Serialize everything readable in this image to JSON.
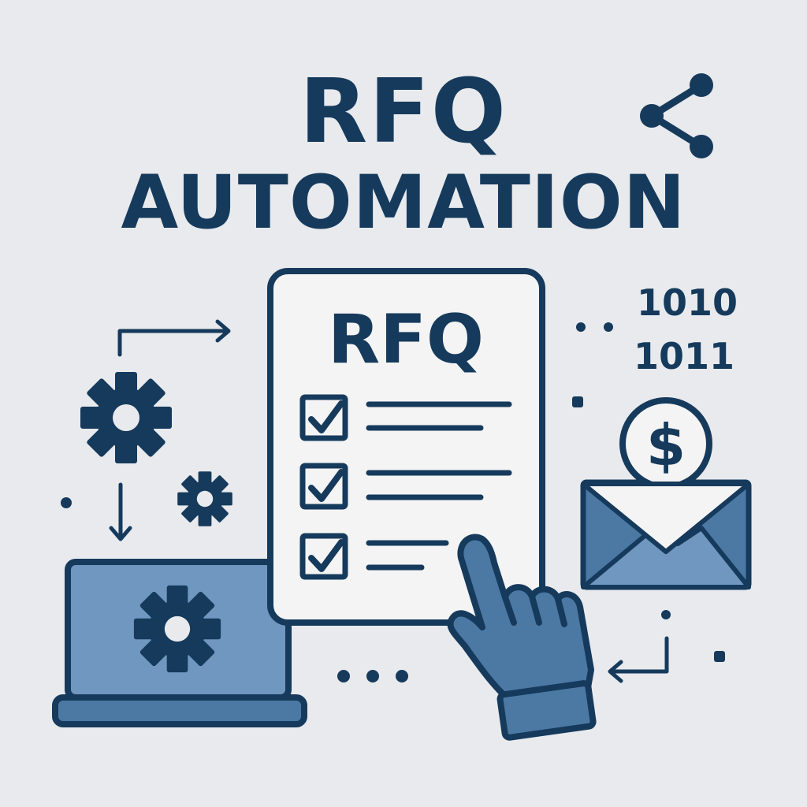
{
  "title": {
    "line1": "RFQ",
    "line2": "AUTOMATION"
  },
  "document": {
    "heading": "RFQ",
    "checklist": [
      {
        "checked": true
      },
      {
        "checked": true
      },
      {
        "checked": true
      }
    ]
  },
  "binary": {
    "line1": "1010",
    "line2": "1011"
  },
  "currency_symbol": "$",
  "icons": [
    "share-icon",
    "gear-icon",
    "document-icon",
    "checkbox-icon",
    "laptop-icon",
    "pointing-hand-icon",
    "envelope-icon",
    "coin-icon",
    "arrow-right-icon",
    "arrow-down-icon",
    "arrow-left-icon"
  ],
  "colors": {
    "background": "#e8eaed",
    "navy": "#163a5c",
    "blue": "#4b79a4",
    "light_blue": "#6f97bf",
    "paper": "#f4f4f4"
  }
}
